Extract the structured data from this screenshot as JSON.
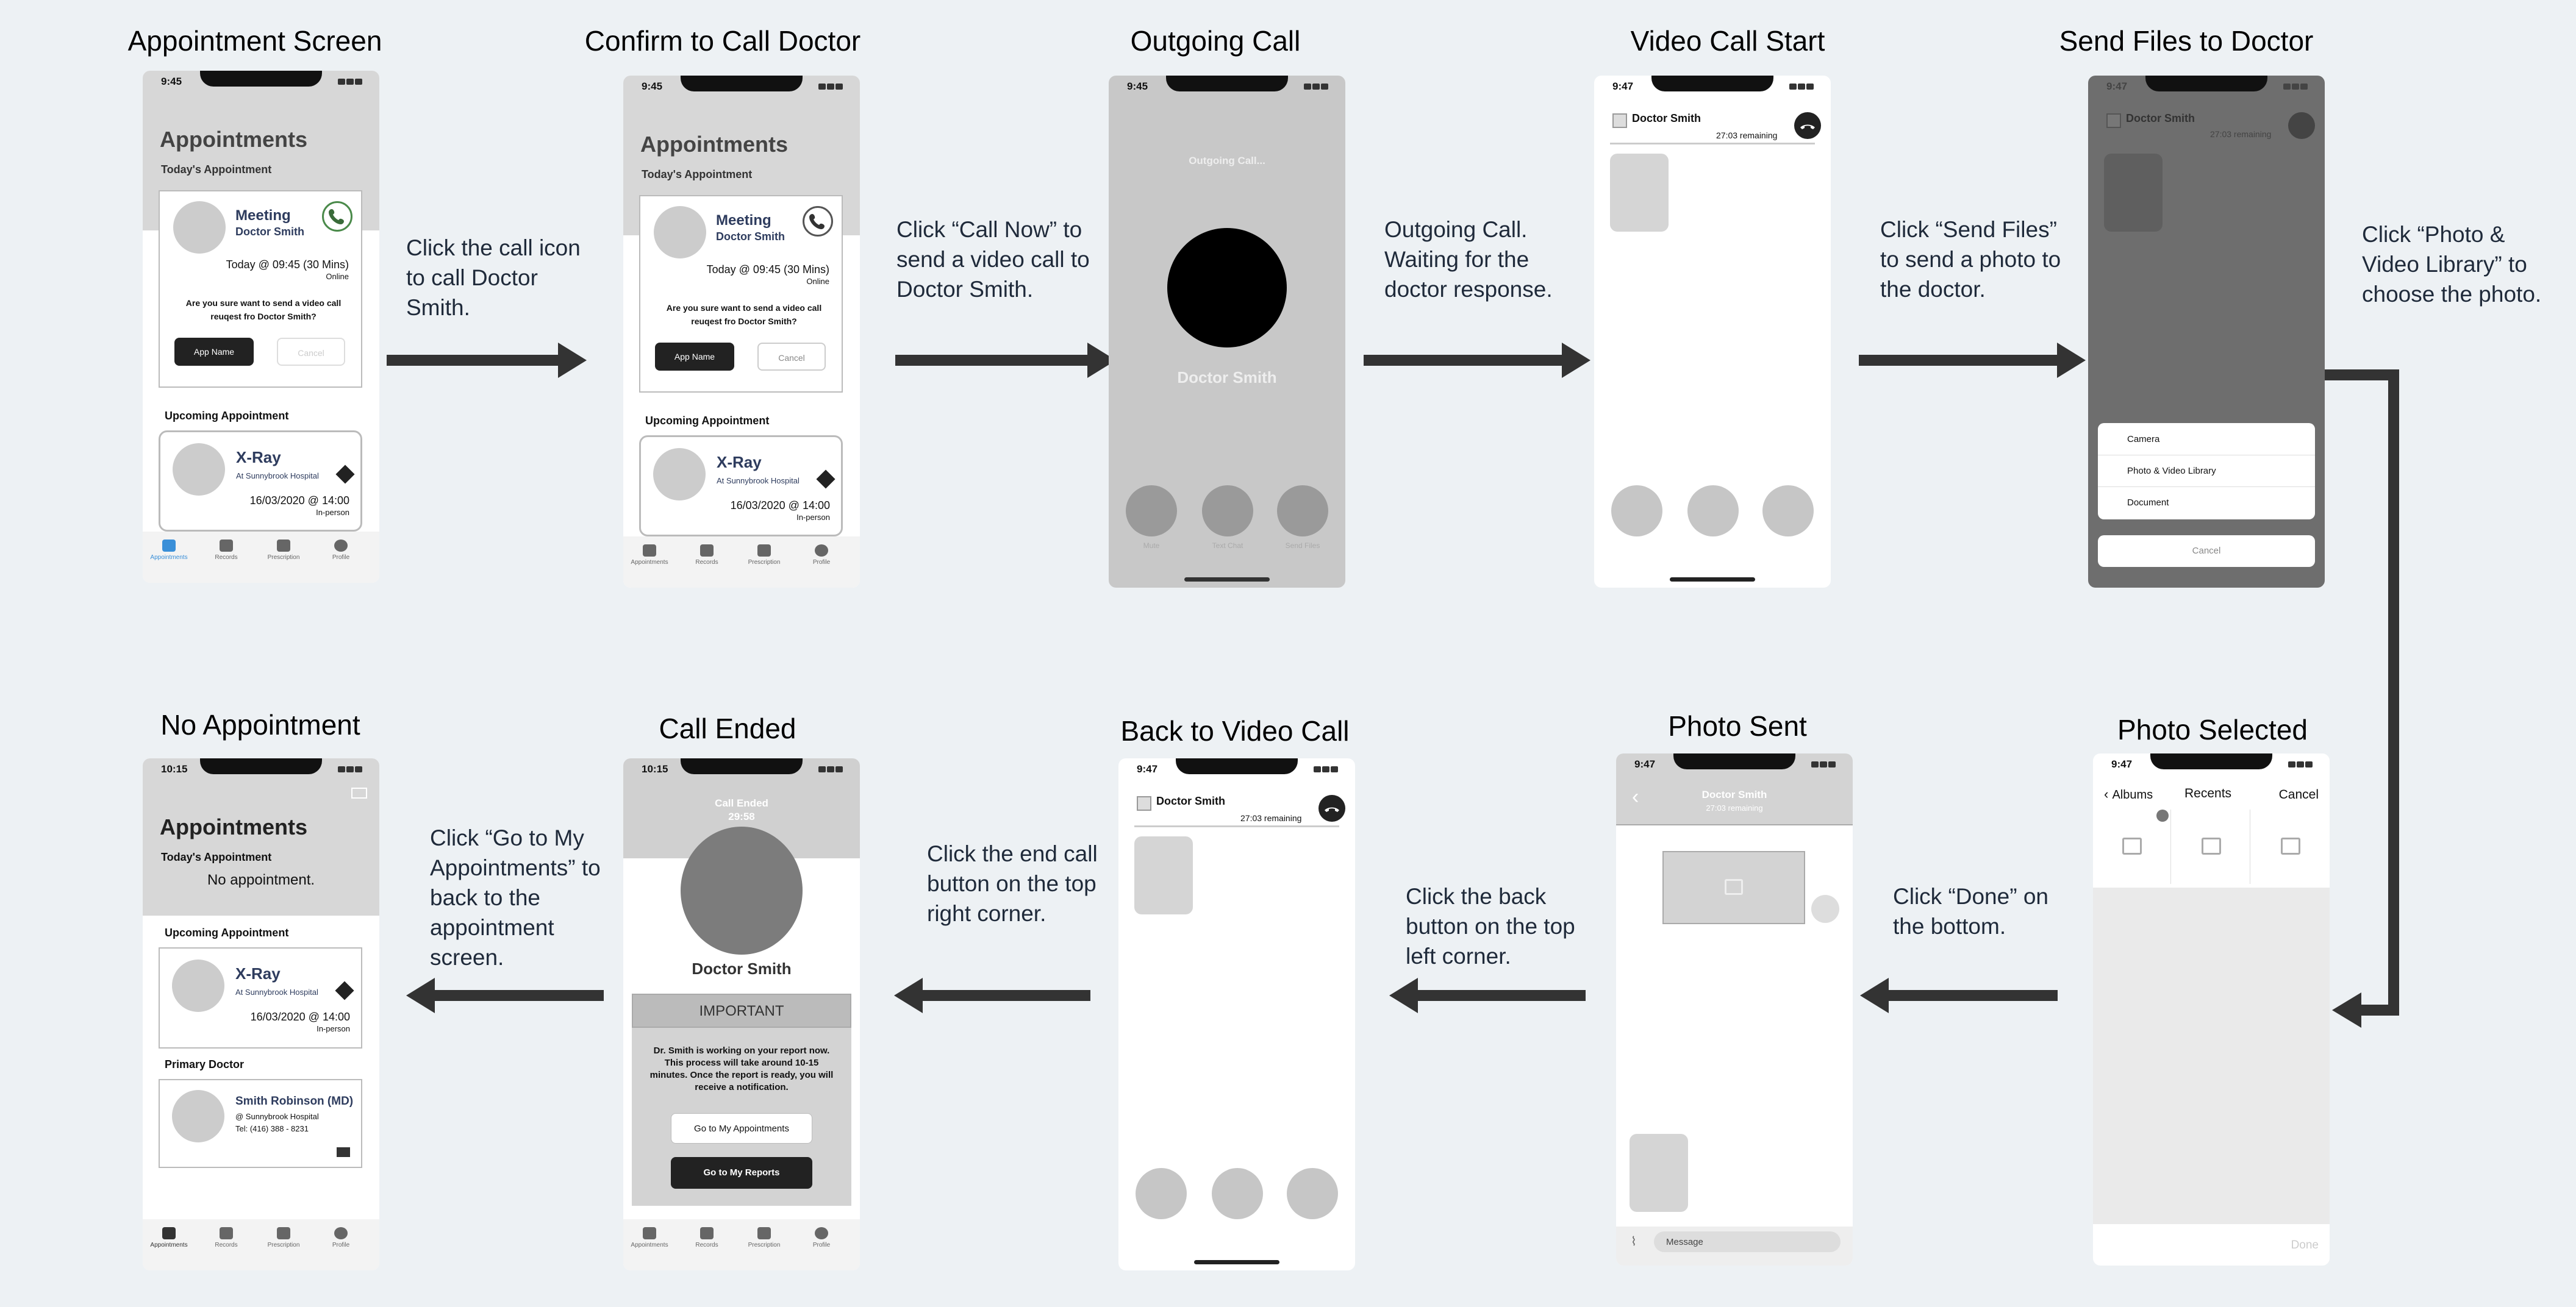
{
  "screens": [
    {
      "title": "Appointment Screen"
    },
    {
      "title": "Confirm to Call Doctor"
    },
    {
      "title": "Outgoing Call"
    },
    {
      "title": "Video Call Start"
    },
    {
      "title": "Send Files to Doctor"
    },
    {
      "title": "Photo Selected"
    },
    {
      "title": "Photo Sent"
    },
    {
      "title": "Back to Video Call"
    },
    {
      "title": "Call Ended"
    },
    {
      "title": "No Appointment"
    }
  ],
  "captions": {
    "c1": "Click the call icon to call Doctor Smith.",
    "c2": "Click “Call Now” to send a video call to Doctor Smith.",
    "c3": "Outgoing Call. Waiting for the doctor response.",
    "c4": "Click “Send Files” to send a photo to the doctor.",
    "c5": "Click “Photo & Video Library” to choose the photo.",
    "c6": "Click “Done” on the bottom.",
    "c7": "Click the back button on the top left corner.",
    "c8": "Click the end call button on the top right corner.",
    "c9": "Click “Go to My Appointments” to back to the appointment screen."
  },
  "status": {
    "t945": "9:45",
    "t947": "9:47",
    "t1015": "10:15"
  },
  "appt": {
    "header": "Appointments",
    "today": "Today's Appointment",
    "meeting": "Meeting",
    "doctor": "Doctor Smith",
    "when": "Today @ 09:45 (30 Mins)",
    "online": "Online",
    "confirm": "Are you sure want to send a video call reuqest fro Doctor Smith?",
    "confirm_btn": "App Name",
    "cancel_btn": "Cancel",
    "upcoming": "Upcoming Appointment",
    "xray": "X-Ray",
    "hospital": "At Sunnybrook Hospital",
    "xray_when": "16/03/2020 @ 14:00",
    "inperson": "In-person",
    "no_appt": "No appointment.",
    "primary": "Primary Doctor",
    "pd_name": "Smith Robinson (MD)",
    "pd_hosp": "@ Sunnybrook Hospital",
    "pd_tel": "Tel: (416) 388 - 8231"
  },
  "tabs": [
    "Appointments",
    "Records",
    "Prescription",
    "Profile"
  ],
  "call": {
    "outgoing": "Outgoing Call...",
    "name": "Doctor Smith",
    "remaining": "27:03 remaining",
    "mute": "Mute",
    "text_chat": "Text Chat",
    "send_files": "Send Files",
    "ended": "Call Ended",
    "ended_time": "29:58"
  },
  "files": {
    "camera": "Camera",
    "library": "Photo & Video Library",
    "document": "Document",
    "cancel": "Cancel"
  },
  "picker": {
    "albums": "Albums",
    "recents": "Recents",
    "cancel": "Cancel",
    "done": "Done"
  },
  "chat": {
    "message": "Message"
  },
  "ended": {
    "important": "IMPORTANT",
    "body": "Dr. Smith is working on your report now. This process will take around 10-15 minutes. Once the report is ready, you will receive a notification.",
    "go_appts": "Go to My Appointments",
    "go_reports": "Go to My Reports"
  }
}
